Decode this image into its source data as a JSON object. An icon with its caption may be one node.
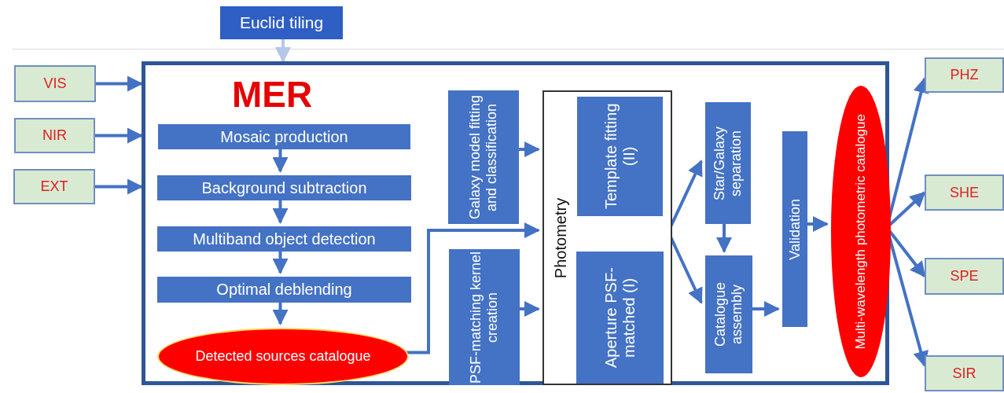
{
  "diagram": {
    "nodes": [
      {
        "text": [
          "Euclid tiling"
        ]
      },
      {
        "text": [
          "MER"
        ]
      },
      {
        "text": [
          "VIS"
        ]
      },
      {
        "text": [
          "NIR"
        ]
      },
      {
        "text": [
          "EXT"
        ]
      },
      {
        "text": [
          "Mosaic production"
        ],
        "in": 1
      },
      {
        "text": [
          "Background subtraction"
        ],
        "in": 1
      },
      {
        "text": [
          "Multiband object detection"
        ],
        "in": 1
      },
      {
        "text": [
          "Optimal deblending"
        ],
        "in": 1
      },
      {
        "text": [
          "Detected sources catalogue"
        ],
        "in": 1
      },
      {
        "text": [
          "Galaxy model fitting and classification"
        ],
        "in": 1
      },
      {
        "text": [
          "PSF-matching kernel creation"
        ],
        "in": 1
      },
      {
        "text": [
          "Photometry"
        ],
        "in": 1
      },
      {
        "text": [
          "Template fitting (II)"
        ],
        "in": 12
      },
      {
        "text": [
          "Aperture PSF-matched (I)"
        ],
        "in": 12
      },
      {
        "text": [
          "Star/Galaxy separation"
        ],
        "in": 1
      },
      {
        "text": [
          "Catalogue assembly"
        ],
        "in": 1
      },
      {
        "text": [
          "Validation"
        ],
        "in": 1
      },
      {
        "text": [
          "Multi-wavelength photometric catalogue"
        ],
        "in": 1
      },
      {
        "text": [
          "PHZ"
        ]
      },
      {
        "text": [
          "SHE"
        ]
      },
      {
        "text": [
          "SPE"
        ]
      },
      {
        "text": [
          "SIR"
        ]
      }
    ],
    "edges": [
      {
        "from": 0,
        "to": 1,
        "arrow": "to",
        "color": "#b4c7e7"
      },
      {
        "from": 2,
        "to": 1,
        "arrow": "to"
      },
      {
        "from": 3,
        "to": 1,
        "arrow": "to"
      },
      {
        "from": 4,
        "to": 1,
        "arrow": "to"
      },
      {
        "from": 5,
        "to": 6,
        "arrow": "to"
      },
      {
        "from": 6,
        "to": 7,
        "arrow": "to"
      },
      {
        "from": 7,
        "to": 8,
        "arrow": "to"
      },
      {
        "from": 8,
        "to": 9,
        "arrow": "to"
      },
      {
        "from": 9,
        "to": 12,
        "arrow": "to"
      },
      {
        "from": 10,
        "to": 12,
        "arrow": "to"
      },
      {
        "from": 11,
        "to": 12,
        "arrow": "to"
      },
      {
        "from": 12,
        "to": 15,
        "arrow": "to"
      },
      {
        "from": 12,
        "to": 16,
        "arrow": "to"
      },
      {
        "from": 15,
        "to": 16,
        "arrow": "to"
      },
      {
        "from": 16,
        "to": 17,
        "arrow": "to"
      },
      {
        "from": 17,
        "to": 18,
        "arrow": "to"
      },
      {
        "from": 18,
        "to": 19,
        "arrow": "to"
      },
      {
        "from": 18,
        "to": 20,
        "arrow": "to"
      },
      {
        "from": 18,
        "to": 21,
        "arrow": "to"
      },
      {
        "from": 18,
        "to": 22,
        "arrow": "to"
      }
    ]
  }
}
